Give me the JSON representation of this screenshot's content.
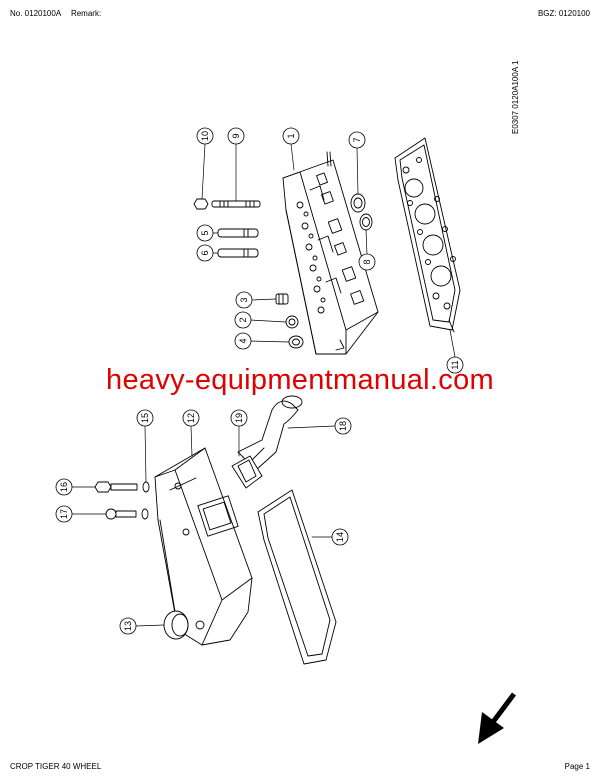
{
  "header": {
    "doc_number": "No. 0120100A",
    "remark_label": "Remark:",
    "bgz": "BGZ: 0120100"
  },
  "figure_ref": "E0307 0120A100A 1",
  "watermark": "heavy-equipmentmanual.com",
  "footer": {
    "model": "CROP TIGER 40 WHEEL",
    "page": "Page 1"
  },
  "callouts": [
    "1",
    "2",
    "3",
    "4",
    "5",
    "6",
    "7",
    "8",
    "9",
    "10",
    "11",
    "12",
    "13",
    "14",
    "15",
    "16",
    "17",
    "18",
    "19"
  ]
}
